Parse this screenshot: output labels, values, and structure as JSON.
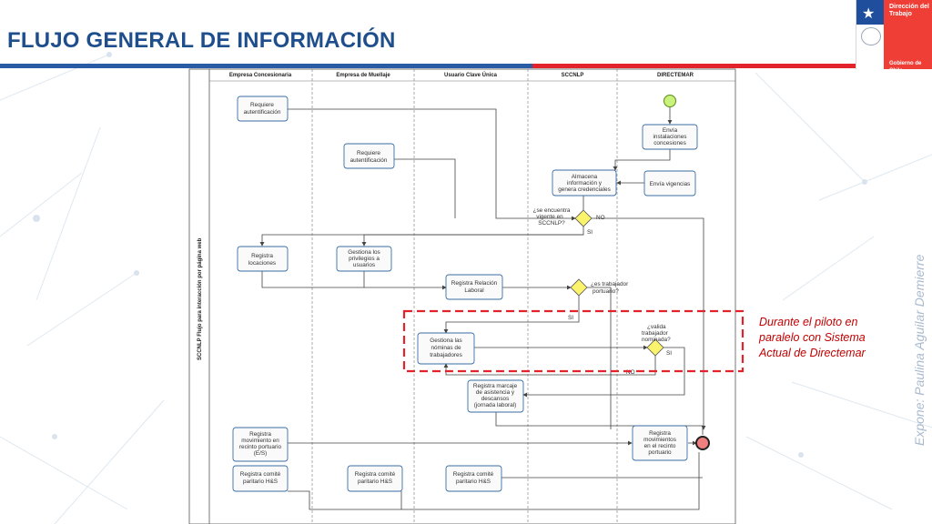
{
  "slide": {
    "title": "FLUJO GENERAL DE INFORMACIÓN",
    "logo": {
      "lines": [
        "Dirección del",
        "Trabajo"
      ],
      "footer": "Gobierno de Chile",
      "icon": "chile-star-icon"
    },
    "note_lines": [
      "Durante el piloto en",
      "paralelo con Sistema",
      "Actual de Directemar"
    ],
    "presenter": "Expone: Paulina Aguilar Demierre"
  },
  "colors": {
    "title": "#1f4e8c",
    "bar_blue": "#2a5ca6",
    "bar_red": "#e3232b",
    "note": "#c00000",
    "highlight": "#e3232b",
    "start_event": "#c9f27a",
    "end_event": "#f08080"
  },
  "diagram": {
    "pool_label": "SCCNLP Flujo para interacción por página web",
    "lanes": [
      "Empresa Concesionaria",
      "Empresa de Muellaje",
      "Usuario Clave Única",
      "SCCNLP",
      "DIRECTEMAR"
    ],
    "tasks": {
      "t1": [
        "Requiere",
        "autentificación"
      ],
      "t2": [
        "Requiere",
        "autentificación"
      ],
      "t3": [
        "Envía",
        "instalaciones",
        "concesiones"
      ],
      "t4": [
        "Almacena",
        "información y",
        "genera credenciales"
      ],
      "t5": [
        "Envía vigencias"
      ],
      "t6": [
        "Registra",
        "locaciones"
      ],
      "t7": [
        "Gestiona los",
        "privilegios a",
        "usuarios"
      ],
      "t8": [
        "Registra Relación",
        "Laboral"
      ],
      "t9": [
        "Gestiona las",
        "nóminas de",
        "trabajadores"
      ],
      "t10": [
        "Registra marcaje",
        "de asistencia y",
        "descansos",
        "(jornada laboral)"
      ],
      "t11": [
        "Registra",
        "movimiento en",
        "recinto portuario",
        "(E/S)"
      ],
      "t12": [
        "Registra",
        "movimientos",
        "en el recinto",
        "portuario"
      ],
      "t13": [
        "Registra comité",
        "paritario H&S"
      ],
      "t14": [
        "Registra comité",
        "paritario H&S"
      ],
      "t15": [
        "Registra comité",
        "paritario H&S"
      ]
    },
    "gateways": {
      "g1": [
        "¿se encuentra",
        "vigente en",
        "SCCNLP?"
      ],
      "g2": [
        "¿es trabajador",
        "portuario?"
      ],
      "g3": [
        "¿valida",
        "trabajador",
        "nominada?"
      ]
    },
    "flow_labels": {
      "no1": "NO",
      "si1": "SI",
      "si2": "SI",
      "si3": "SI",
      "no3": "NO"
    }
  }
}
